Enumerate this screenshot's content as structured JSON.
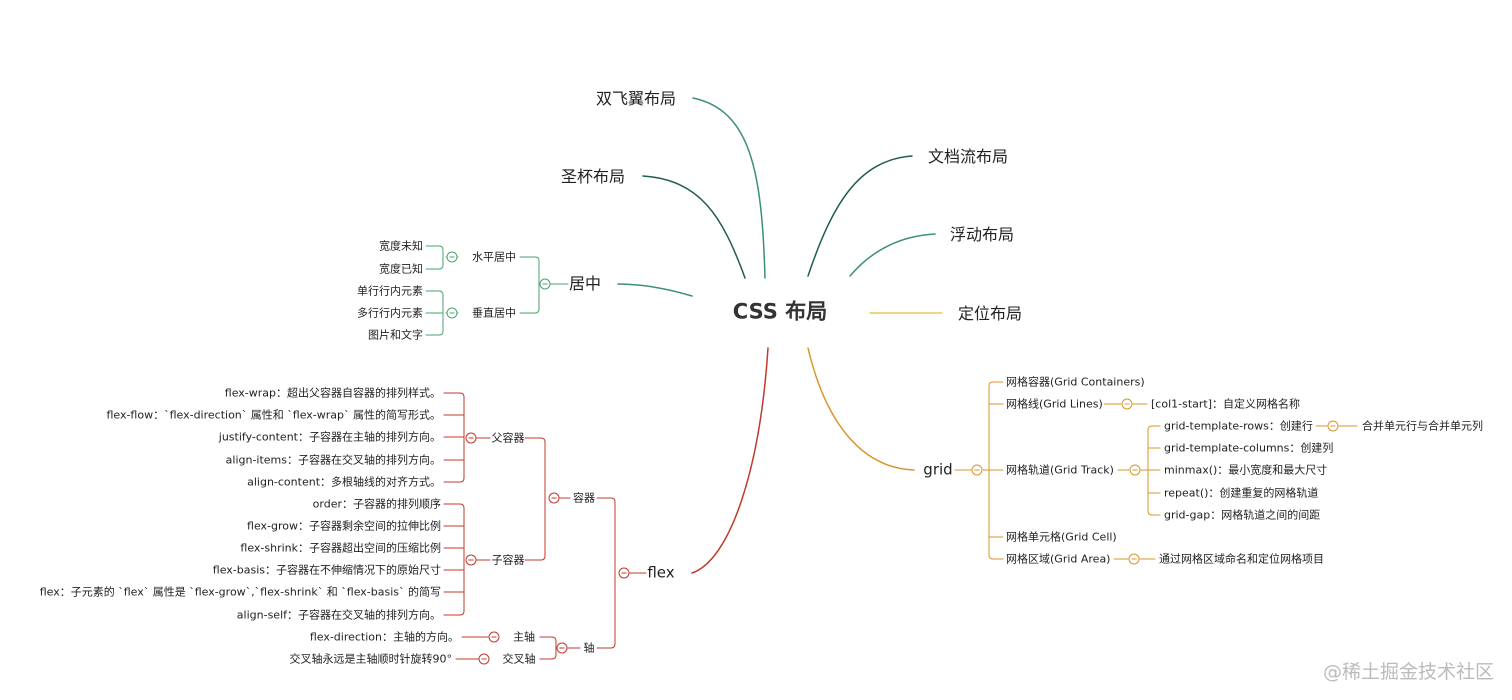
{
  "root": "CSS 布局",
  "colors": {
    "double_wing": "#3c9170",
    "holy_grail": "#1f5e4a",
    "doc_flow": "#1f5e4a",
    "float": "#3c9170",
    "position": "#e8c85a",
    "center": "#3c9170",
    "center_sub": "#4aa36a",
    "flex": "#c0392b",
    "grid": "#d9962a"
  },
  "branches": {
    "double_wing": "双飞翼布局",
    "holy_grail": "圣杯布局",
    "doc_flow": "文档流布局",
    "float": "浮动布局",
    "position": "定位布局",
    "center": {
      "label": "居中",
      "horizontal": {
        "label": "水平居中",
        "items": [
          "宽度未知",
          "宽度已知"
        ]
      },
      "vertical": {
        "label": "垂直居中",
        "items": [
          "单行行内元素",
          "多行行内元素",
          "图片和文字"
        ]
      }
    },
    "flex": {
      "label": "flex",
      "container": {
        "label": "容器",
        "parent": {
          "label": "父容器",
          "items": [
            "flex-wrap：超出父容器自容器的排列样式。",
            "flex-flow：`flex-direction` 属性和 `flex-wrap` 属性的简写形式。",
            "justify-content：子容器在主轴的排列方向。",
            "align-items：子容器在交叉轴的排列方向。",
            "align-content：多根轴线的对齐方式。"
          ]
        },
        "child": {
          "label": "子容器",
          "items": [
            "order：子容器的排列顺序",
            "flex-grow：子容器剩余空间的拉伸比例",
            "flex-shrink：子容器超出空间的压缩比例",
            "flex-basis：子容器在不伸缩情况下的原始尺寸",
            "flex：子元素的 `flex` 属性是 `flex-grow`,`flex-shrink` 和 `flex-basis` 的简写",
            "align-self：子容器在交叉轴的排列方向。"
          ]
        }
      },
      "axis": {
        "label": "轴",
        "main": {
          "label": "主轴",
          "item": "flex-direction：主轴的方向。"
        },
        "cross": {
          "label": "交叉轴",
          "item": "交叉轴永远是主轴顺时针旋转90°"
        }
      }
    },
    "grid": {
      "label": "grid",
      "containers": "网格容器(Grid Containers)",
      "lines": {
        "label": "网格线(Grid Lines)",
        "item": "[col1-start]：自定义网格名称"
      },
      "track": {
        "label": "网格轨道(Grid Track)",
        "rows": {
          "label": "grid-template-rows：创建行",
          "item": "合并单元行与合并单元列"
        },
        "items": [
          "grid-template-columns：创建列",
          "minmax()：最小宽度和最大尺寸",
          "repeat()：创建重复的网格轨道",
          "grid-gap：网格轨道之间的间距"
        ]
      },
      "cell": "网格单元格(Grid Cell)",
      "area": {
        "label": "网格区域(Grid Area)",
        "item": "通过网格区域命名和定位网格项目"
      }
    }
  },
  "watermark": "@稀土掘金技术社区"
}
